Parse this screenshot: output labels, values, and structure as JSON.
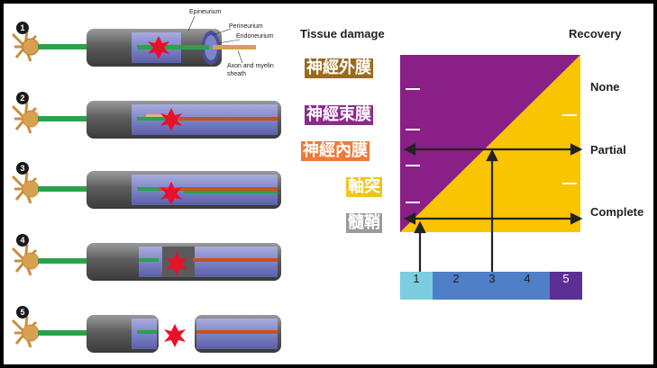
{
  "anatomy": {
    "epineurium": "Epineurium",
    "perineurium": "Perineurium",
    "endoneurium": "Endoneurium",
    "axon_line1": "Axon and myelin",
    "axon_line2": "sheath"
  },
  "steps": [
    "1",
    "2",
    "3",
    "4",
    "5"
  ],
  "chart": {
    "tissue_damage_title": "Tissue damage",
    "recovery_title": "Recovery",
    "tissue_levels": [
      {
        "label": "神經外膜",
        "bg": "#9a6a1e"
      },
      {
        "label": "神經束膜",
        "bg": "#8b2a8b"
      },
      {
        "label": "神經內膜",
        "bg": "#ee7a3a"
      },
      {
        "label": "軸突",
        "bg": "#efc51a"
      },
      {
        "label": "髓鞘",
        "bg": "#9a9a9a"
      }
    ],
    "recovery_levels": [
      "None",
      "Partial",
      "Complete"
    ],
    "grades": [
      "1",
      "2",
      "3",
      "4",
      "5"
    ],
    "colors": {
      "purple": "#8a1f87",
      "yellow": "#f9c400",
      "grade1": "#7ccde0",
      "grade234": "#4f7fc7",
      "grade5": "#5c2f94"
    }
  }
}
